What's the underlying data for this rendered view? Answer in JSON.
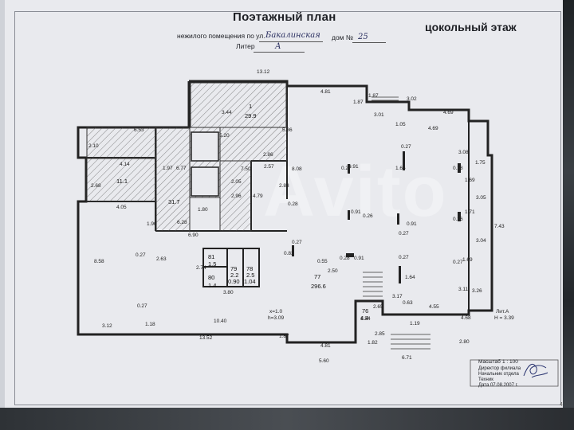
{
  "title": "Поэтажный план",
  "floor_name": "цокольный этаж",
  "address_label": "нежилого помещения по ул.",
  "street": "Бакалинская",
  "house_label": "дом №",
  "house_no": "25",
  "liter_label": "Литер",
  "liter": "А",
  "watermark": "Avito",
  "dims": {
    "top_total": "13.12",
    "d481t": "4.81",
    "d187t": "1.87",
    "d302": "3.02",
    "d469a": "4.69",
    "d301": "3.01",
    "d105": "1.05",
    "d469b": "4.69",
    "d653": "6.53",
    "d344": "3.44",
    "d520": "5.20",
    "d586": "5.86",
    "d286": "2.86",
    "d210": "2.10",
    "d414": "4.14",
    "d197": "1.97",
    "d677": "6.77",
    "d268": "2.68",
    "d257": "2.57",
    "d808": "8.08",
    "d205": "2.05",
    "d750": "7.50",
    "d283": "2.83",
    "d479": "4.79",
    "d405": "4.05",
    "d180": "1.80",
    "d628": "6.28",
    "d296": "2.96",
    "d028a": "0.28",
    "d190": "1.90",
    "d690": "6.90",
    "d027a": "0.27",
    "d091a": "0.91",
    "d165": "1.65",
    "d027b": "0.27",
    "d308": "3.08",
    "d175": "1.75",
    "d028b": "0.28",
    "d169a": "1.69",
    "d305": "3.05",
    "d091b": "0.91",
    "d026a": "0.26",
    "d091c": "0.91",
    "d027c": "0.27",
    "d171": "1.71",
    "d026b": "0.26",
    "d743": "7.43",
    "d304": "3.04",
    "d858": "8.58",
    "d027d": "0.27",
    "d263": "2.63",
    "d027e": "0.27",
    "d083": "0.83",
    "d055": "0.55",
    "d250": "2.50",
    "d028c": "0.28",
    "d091d": "0.91",
    "d027f": "0.27",
    "d164": "1.64",
    "d169b": "1.69",
    "d027g": "0.27",
    "d274": "2.74",
    "d311": "3.11",
    "d326": "3.26",
    "d380": "3.80",
    "d317": "3.17",
    "d027h": "0.27",
    "d265": "2.65",
    "d063": "0.63",
    "d455": "4.55",
    "d312": "3.12",
    "d118": "1.18",
    "d1040": "10.40",
    "d154": "1.54",
    "d468": "4.68",
    "d119": "1.19",
    "d285": "2.85",
    "d1352": "13.52",
    "d187b": "1.87",
    "d481b": "4.81",
    "d182": "1.82",
    "d280": "2.80",
    "d671": "6.71",
    "d560": "5.60"
  },
  "rooms": {
    "r1": "1",
    "r1_area": "29.9",
    "r11": "11.1",
    "r317": "31.7",
    "r77": "77",
    "r77_area": "296.6",
    "r80_no": "80",
    "r80_area": "1.4",
    "r81_no": "81",
    "r81_area": "1.5",
    "r79_no": "79",
    "r79_area": "2.2",
    "r79_w": "0.90",
    "r78_no": "78",
    "r78_area": "2.5",
    "r78_w": "1.04",
    "r76_no": "76",
    "r76_area": "4.4",
    "xy": "x=1.0",
    "h": "h=3.09",
    "liter_a": "Лит.А",
    "liter_h": "H = 3.39"
  },
  "legend": {
    "scale_label": "Масштаб",
    "scale_value": "1 : 100",
    "director": "Директор филиала",
    "dept_head": "Начальник отдела",
    "technician": "Техник",
    "date": "Дата 07.08.2007 г."
  },
  "page_mark": "4"
}
